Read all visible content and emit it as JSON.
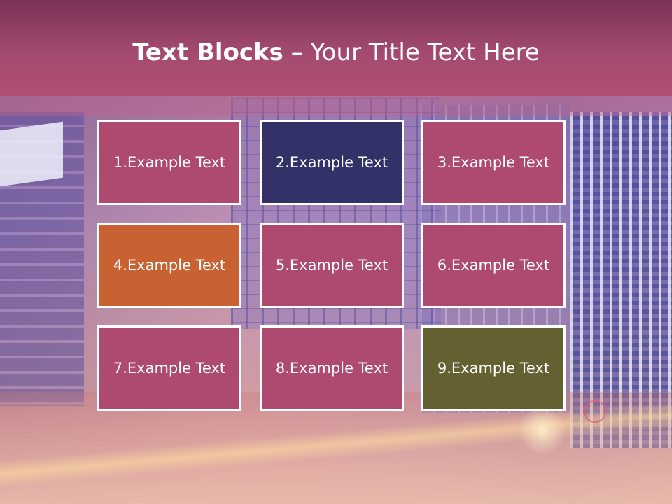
{
  "title": {
    "bold": "Text Blocks",
    "rest": " – Your Title Text Here"
  },
  "colors": {
    "title_band": "#a44a70",
    "pink": "#ae4a6f",
    "navy": "#323268",
    "orange": "#c96232",
    "olive": "#646032",
    "block_border": "#ffffff"
  },
  "blocks": [
    {
      "label": "1.Example Text",
      "color": "#ae4a6f"
    },
    {
      "label": "2.Example Text",
      "color": "#323268"
    },
    {
      "label": "3.Example Text",
      "color": "#ae4a6f"
    },
    {
      "label": "4.Example Text",
      "color": "#c96232"
    },
    {
      "label": "5.Example Text",
      "color": "#ae4a6f"
    },
    {
      "label": "6.Example Text",
      "color": "#ae4a6f"
    },
    {
      "label": "7.Example Text",
      "color": "#ae4a6f"
    },
    {
      "label": "8.Example Text",
      "color": "#ae4a6f"
    },
    {
      "label": "9.Example Text",
      "color": "#646032"
    }
  ]
}
